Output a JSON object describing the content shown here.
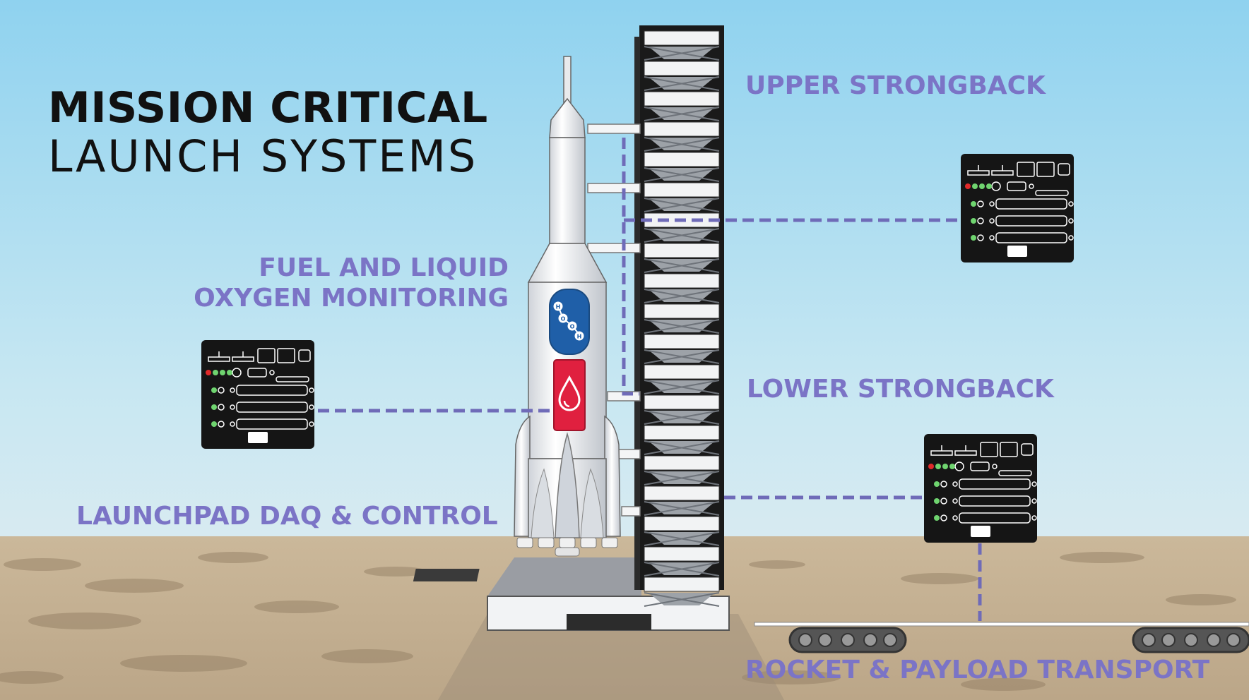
{
  "title": {
    "line1": "MISSION CRITICAL",
    "line2": "LAUNCH SYSTEMS"
  },
  "labels": {
    "upper_strongback": "UPPER STRONGBACK",
    "fuel_line1": "FUEL AND LIQUID",
    "fuel_line2": "OXYGEN MONITORING",
    "lower_strongback": "LOWER STRONGBACK",
    "launchpad": "LAUNCHPAD DAQ & CONTROL",
    "transport": "ROCKET & PAYLOAD TRANSPORT"
  },
  "molecule": {
    "atoms": [
      "H",
      "O",
      "O",
      "H"
    ]
  },
  "colors": {
    "accent": "#7b74c6",
    "connector": "#6f6bb8",
    "fuel_red": "#e0203f",
    "oxygen_blue": "#1f5fa8",
    "module_dark": "#151515"
  },
  "icons": {
    "daq_module": "daq-control-module",
    "fuel_tank": "fuel-drop-icon",
    "oxygen_tank": "h2o2-molecule-icon",
    "tower": "strongback-tower",
    "transport": "crawler-tread"
  }
}
